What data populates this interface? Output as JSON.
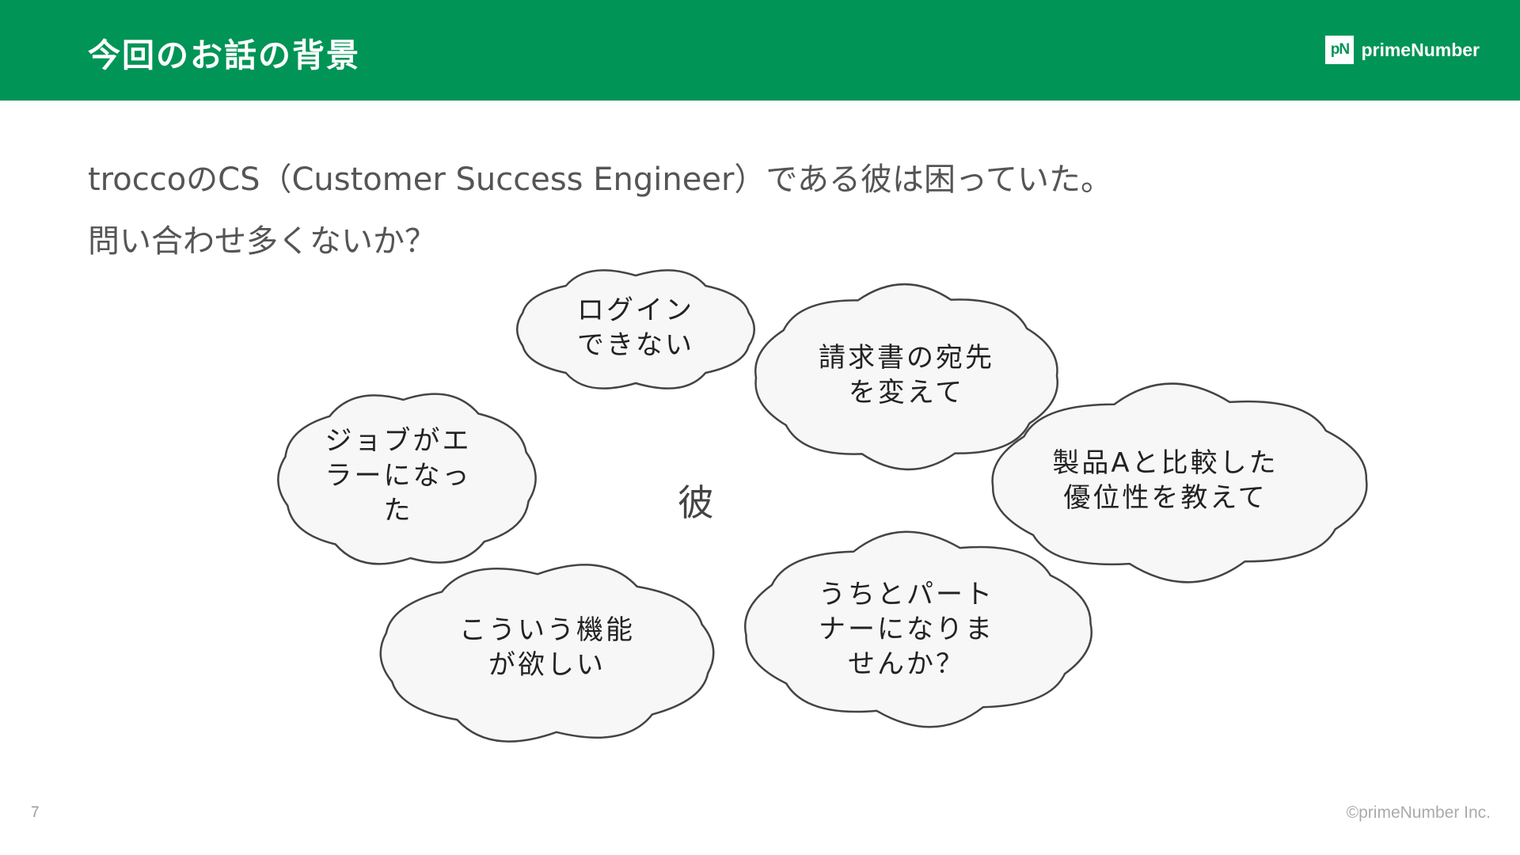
{
  "header": {
    "title": "今回のお話の背景",
    "brand_mark": "pN",
    "brand_name": "primeNumber",
    "background_color": "#009456"
  },
  "subtitle": {
    "line1": "troccoのCS（Customer Success Engineer）である彼は困っていた。",
    "line2": "問い合わせ多くないか？"
  },
  "center_label": "彼",
  "clouds": [
    {
      "lines": [
        "ログイン",
        "できない"
      ]
    },
    {
      "lines": [
        "請求書の宛先",
        "を変えて"
      ]
    },
    {
      "lines": [
        "ジョブがエ",
        "ラーになっ",
        "た"
      ]
    },
    {
      "lines": [
        "製品Aと比較した",
        "優位性を教えて"
      ]
    },
    {
      "lines": [
        "こういう機能",
        "が欲しい"
      ]
    },
    {
      "lines": [
        "うちとパート",
        "ナーになりま",
        "せんか？"
      ]
    }
  ],
  "footer": {
    "page_number": "7",
    "copyright": "©primeNumber Inc."
  }
}
